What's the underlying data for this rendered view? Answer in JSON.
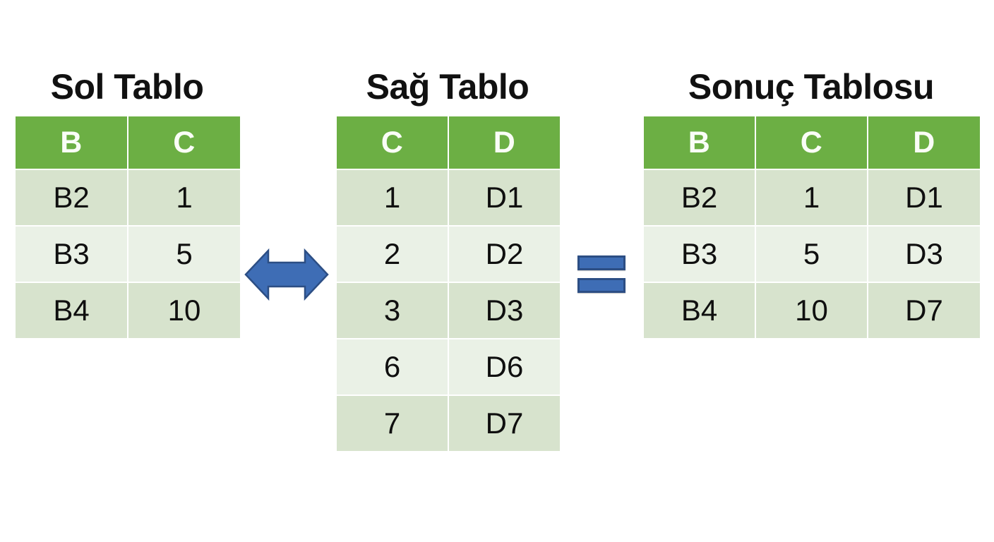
{
  "theme": {
    "header_green": "#6CAF44",
    "row_dark": "#D7E3CD",
    "row_light": "#EAF1E6",
    "accent_blue": "#3E6DB5",
    "accent_blue_dark": "#2C4E84",
    "background": "#FFFFFF",
    "text": "#0F0F0F"
  },
  "connectors": {
    "arrow": {
      "icon": "double-arrow-horizontal-icon",
      "color": "#3E6DB5"
    },
    "equals": {
      "icon": "equals-sign-icon",
      "color": "#3E6DB5"
    }
  },
  "tables": {
    "left": {
      "title": "Sol Tablo",
      "columns": [
        "B",
        "C"
      ],
      "rows": [
        [
          "B2",
          "1"
        ],
        [
          "B3",
          "5"
        ],
        [
          "B4",
          "10"
        ]
      ]
    },
    "middle": {
      "title": "Sağ Tablo",
      "columns": [
        "C",
        "D"
      ],
      "rows": [
        [
          "1",
          "D1"
        ],
        [
          "2",
          "D2"
        ],
        [
          "3",
          "D3"
        ],
        [
          "6",
          "D6"
        ],
        [
          "7",
          "D7"
        ]
      ]
    },
    "right": {
      "title": "Sonuç Tablosu",
      "columns": [
        "B",
        "C",
        "D"
      ],
      "rows": [
        [
          "B2",
          "1",
          "D1"
        ],
        [
          "B3",
          "5",
          "D3"
        ],
        [
          "B4",
          "10",
          "D7"
        ]
      ]
    }
  }
}
